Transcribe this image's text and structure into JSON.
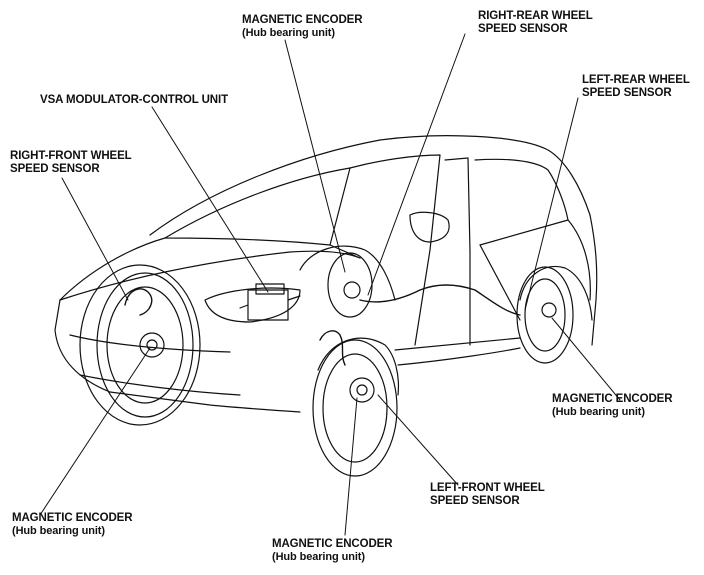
{
  "labels": {
    "magnetic_encoder_top": {
      "line1": "MAGNETIC ENCODER",
      "line2": "(Hub bearing unit)"
    },
    "right_rear_sensor": {
      "line1": "RIGHT-REAR WHEEL",
      "line2": "SPEED SENSOR"
    },
    "left_rear_sensor": {
      "line1": "LEFT-REAR WHEEL",
      "line2": "SPEED SENSOR"
    },
    "vsa_unit": {
      "line1": "VSA MODULATOR-CONTROL UNIT"
    },
    "right_front_sensor": {
      "line1": "RIGHT-FRONT WHEEL",
      "line2": "SPEED SENSOR"
    },
    "magnetic_encoder_rear_right": {
      "line1": "MAGNETIC ENCODER",
      "line2": "(Hub bearing unit)"
    },
    "left_front_sensor": {
      "line1": "LEFT-FRONT WHEEL",
      "line2": "SPEED SENSOR"
    },
    "magnetic_encoder_bottom_left": {
      "line1": "MAGNETIC ENCODER",
      "line2": "(Hub bearing unit)"
    },
    "magnetic_encoder_bottom_center": {
      "line1": "MAGNETIC ENCODER",
      "line2": "(Hub bearing unit)"
    }
  },
  "colors": {
    "ink": "#111111",
    "background": "#ffffff"
  }
}
